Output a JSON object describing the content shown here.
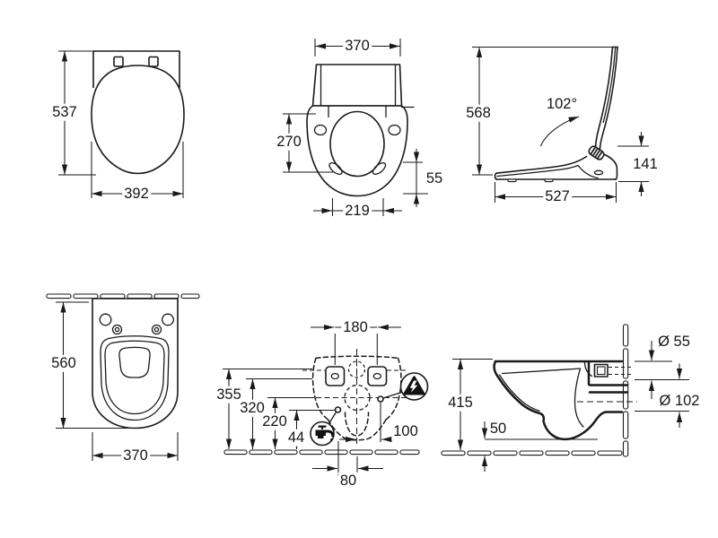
{
  "colors": {
    "line": "#1a1a1a",
    "background": "#ffffff"
  },
  "views": {
    "seat_lid_top": {
      "dims": {
        "height": "537",
        "width": "392"
      }
    },
    "seat_open_top": {
      "dims": {
        "width": "370",
        "nozzle_depth": "270",
        "rear_offset": "55",
        "front_width": "219"
      }
    },
    "side_lid_open": {
      "dims": {
        "open_height": "568",
        "lid_angle": "102°",
        "body_height": "141",
        "depth": "527"
      }
    },
    "bowl_plan": {
      "dims": {
        "depth": "560",
        "width": "370"
      }
    },
    "mounting_template": {
      "dims": {
        "hole_spacing": "180",
        "height_a": "355",
        "height_b": "320",
        "height_c": "220",
        "height_d": "44",
        "offset_right": "100",
        "offset_bottom": "80"
      },
      "icons": {
        "water_supply": "water-tap",
        "electrical": "electric-hazard-triangle"
      }
    },
    "bowl_section": {
      "dims": {
        "height": "415",
        "bottom_clearance": "50",
        "inlet_diameter": "Ø 55",
        "outlet_diameter": "Ø 102"
      }
    }
  }
}
